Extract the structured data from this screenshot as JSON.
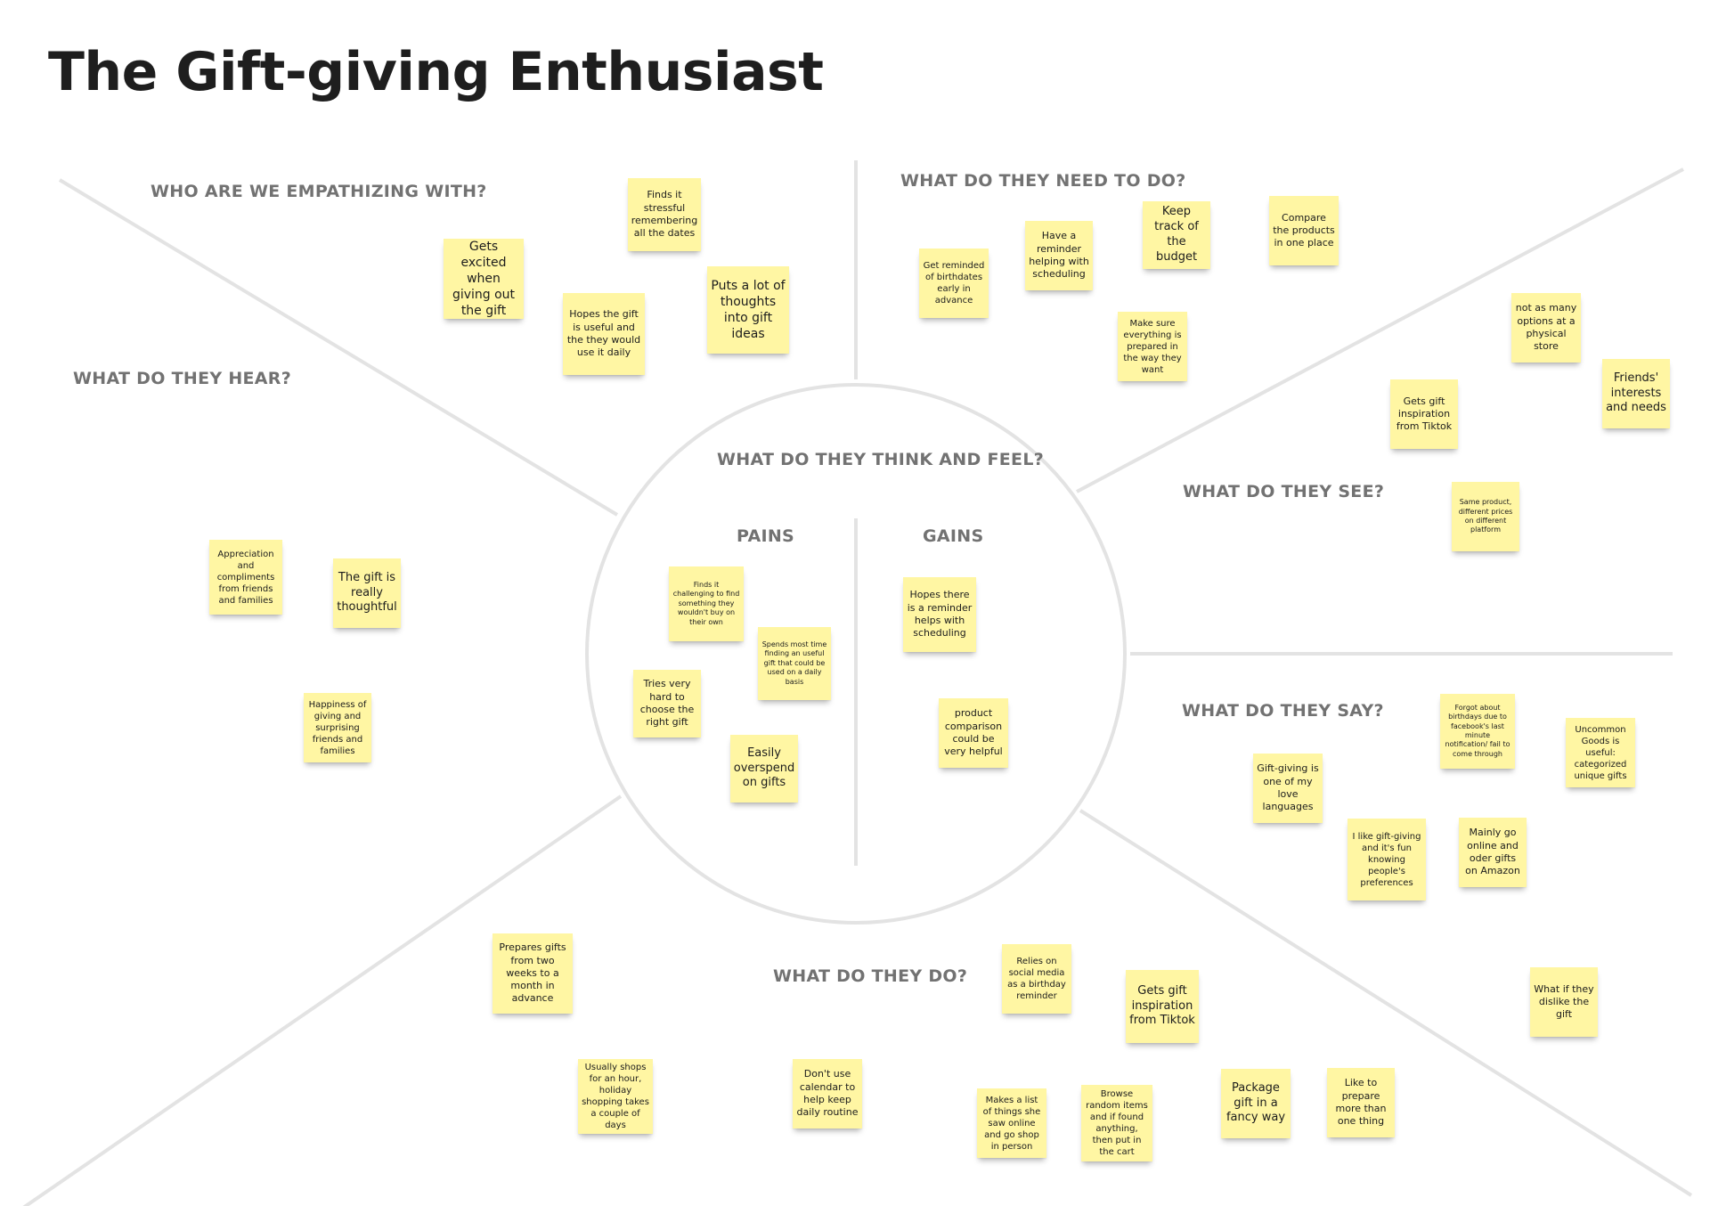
{
  "board": {
    "title": "The Gift-giving Enthusiast",
    "colors": {
      "sticky": "#fff6a3",
      "line": "#e3e3e3",
      "label": "#727272",
      "title": "#1e1e1e"
    }
  },
  "sections": {
    "who": "WHO ARE WE EMPATHIZING WITH?",
    "need": "WHAT DO THEY NEED TO DO?",
    "hear": "WHAT DO THEY HEAR?",
    "think": "WHAT DO THEY THINK AND FEEL?",
    "pains": "PAINS",
    "gains": "GAINS",
    "see": "WHAT DO THEY SEE?",
    "say": "WHAT DO THEY SAY?",
    "do": "WHAT DO THEY DO?"
  },
  "notes": {
    "who": [
      "Finds it stressful remembering all the dates",
      "Gets excited when giving out the gift",
      "Hopes the gift is useful and the they would use it daily",
      "Puts a lot of thoughts into gift ideas"
    ],
    "need": [
      "Have a reminder helping with scheduling",
      "Keep track of the budget",
      "Compare the products in one place",
      "Get reminded of birthdates early in advance",
      "Make sure everything is prepared in the way they want"
    ],
    "hear": [
      "Appreciation and compliments from friends and families",
      "The gift is really thoughtful",
      "Happiness of giving and surprising friends and families"
    ],
    "pains": [
      "Finds it challenging to find something they wouldn't buy on their own",
      "Spends most time finding an useful gift that could be used on a daily basis",
      "Tries very hard to choose the right gift",
      "Easily overspend on gifts"
    ],
    "gains": [
      "Hopes there is a reminder helps with scheduling",
      "product comparison could be very helpful"
    ],
    "see": [
      "not as many options at a physical store",
      "Friends' interests and needs",
      "Gets gift inspiration from Tiktok",
      "Same product, different prices on different platform"
    ],
    "say": [
      "Forgot about birthdays due to facebook's last minute notification/ fail to come through",
      "Uncommon Goods is useful: categorized unique gifts",
      "Gift-giving is one of my love languages",
      "I like gift-giving and it's fun knowing people's preferences",
      "Mainly go online and oder gifts on Amazon",
      "What if they dislike the gift"
    ],
    "do": [
      "Prepares gifts from two weeks to a month in advance",
      "Relies on social media as a birthday reminder",
      "Gets gift inspiration from Tiktok",
      "Usually shops for an hour, holiday shopping takes a couple of days",
      "Don't use calendar to help keep daily routine",
      "Makes a list of things she saw online and go shop in person",
      "Browse random items and if found anything, then put in the cart",
      "Package gift in a fancy way",
      "Like to prepare more than one thing"
    ]
  }
}
